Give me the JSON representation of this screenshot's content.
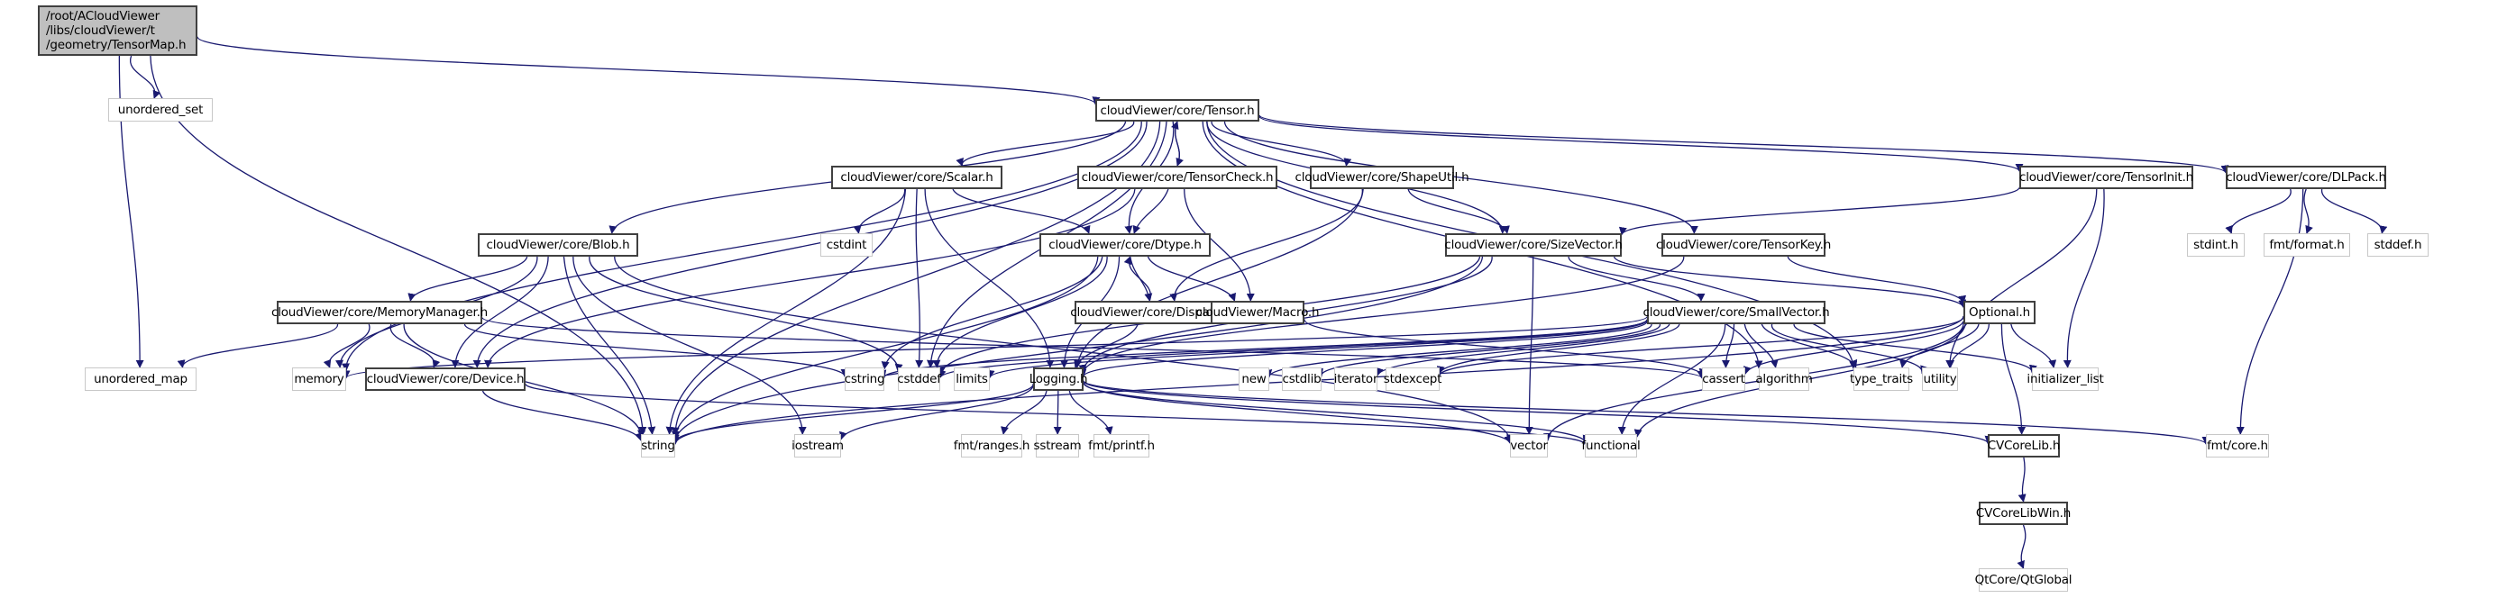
{
  "graph": {
    "title": "Include dependency graph for TensorMap.h",
    "edge_color": "#191970",
    "root": {
      "id": "TensorMap",
      "lines": [
        "/root/ACloudViewer",
        "/libs/cloudViewer/t",
        "/geometry/TensorMap.h"
      ]
    },
    "nodes": [
      {
        "id": "unordered_set",
        "label": "unordered_set",
        "kind": "external"
      },
      {
        "id": "Tensor",
        "label": "cloudViewer/core/Tensor.h",
        "kind": "internal"
      },
      {
        "id": "Scalar",
        "label": "cloudViewer/core/Scalar.h",
        "kind": "internal"
      },
      {
        "id": "TensorCheck",
        "label": "cloudViewer/core/TensorCheck.h",
        "kind": "internal"
      },
      {
        "id": "ShapeUtil",
        "label": "cloudViewer/core/ShapeUtil.h",
        "kind": "internal"
      },
      {
        "id": "TensorInit",
        "label": "cloudViewer/core/TensorInit.h",
        "kind": "internal"
      },
      {
        "id": "DLPack",
        "label": "cloudViewer/core/DLPack.h",
        "kind": "internal"
      },
      {
        "id": "cstdint",
        "label": "cstdint",
        "kind": "external"
      },
      {
        "id": "Dtype",
        "label": "cloudViewer/core/Dtype.h",
        "kind": "internal"
      },
      {
        "id": "Blob",
        "label": "cloudViewer/core/Blob.h",
        "kind": "internal"
      },
      {
        "id": "SizeVector",
        "label": "cloudViewer/core/SizeVector.h",
        "kind": "internal"
      },
      {
        "id": "TensorKey",
        "label": "cloudViewer/core/TensorKey.h",
        "kind": "internal"
      },
      {
        "id": "stdint_h",
        "label": "stdint.h",
        "kind": "external"
      },
      {
        "id": "fmt_format",
        "label": "fmt/format.h",
        "kind": "external"
      },
      {
        "id": "stddef_h",
        "label": "stddef.h",
        "kind": "external"
      },
      {
        "id": "MemoryManager",
        "label": "cloudViewer/core/MemoryManager.h",
        "kind": "internal"
      },
      {
        "id": "Dispatch",
        "label": "cloudViewer/core/Dispatch.h",
        "kind": "internal"
      },
      {
        "id": "Macro",
        "label": "cloudViewer/Macro.h",
        "kind": "internal"
      },
      {
        "id": "SmallVector",
        "label": "cloudViewer/core/SmallVector.h",
        "kind": "internal"
      },
      {
        "id": "Optional",
        "label": "Optional.h",
        "kind": "internal"
      },
      {
        "id": "unordered_map",
        "label": "unordered_map",
        "kind": "external"
      },
      {
        "id": "memory",
        "label": "memory",
        "kind": "external"
      },
      {
        "id": "Device",
        "label": "cloudViewer/core/Device.h",
        "kind": "internal"
      },
      {
        "id": "cstring",
        "label": "cstring",
        "kind": "external"
      },
      {
        "id": "cstddef",
        "label": "cstddef",
        "kind": "external"
      },
      {
        "id": "limits",
        "label": "limits",
        "kind": "external"
      },
      {
        "id": "Logging",
        "label": "Logging.h",
        "kind": "internal"
      },
      {
        "id": "new",
        "label": "new",
        "kind": "external"
      },
      {
        "id": "cstdlib",
        "label": "cstdlib",
        "kind": "external"
      },
      {
        "id": "iterator",
        "label": "iterator",
        "kind": "external"
      },
      {
        "id": "stdexcept",
        "label": "stdexcept",
        "kind": "external"
      },
      {
        "id": "cassert",
        "label": "cassert",
        "kind": "external"
      },
      {
        "id": "algorithm",
        "label": "algorithm",
        "kind": "external"
      },
      {
        "id": "type_traits",
        "label": "type_traits",
        "kind": "external"
      },
      {
        "id": "utility",
        "label": "utility",
        "kind": "external"
      },
      {
        "id": "initializer_list",
        "label": "initializer_list",
        "kind": "external"
      },
      {
        "id": "string",
        "label": "string",
        "kind": "external"
      },
      {
        "id": "iostream",
        "label": "iostream",
        "kind": "external"
      },
      {
        "id": "fmt_ranges",
        "label": "fmt/ranges.h",
        "kind": "external"
      },
      {
        "id": "sstream",
        "label": "sstream",
        "kind": "external"
      },
      {
        "id": "fmt_printf",
        "label": "fmt/printf.h",
        "kind": "external"
      },
      {
        "id": "vector",
        "label": "vector",
        "kind": "external"
      },
      {
        "id": "functional",
        "label": "functional",
        "kind": "external"
      },
      {
        "id": "CVCoreLib",
        "label": "CVCoreLib.h",
        "kind": "internal"
      },
      {
        "id": "fmt_core",
        "label": "fmt/core.h",
        "kind": "external"
      },
      {
        "id": "CVCoreLibWin",
        "label": "CVCoreLibWin.h",
        "kind": "internal"
      },
      {
        "id": "QtGlobal",
        "label": "QtCore/QtGlobal",
        "kind": "external"
      }
    ],
    "edges": [
      [
        "TensorMap",
        "unordered_set"
      ],
      [
        "TensorMap",
        "Tensor"
      ],
      [
        "TensorMap",
        "unordered_map"
      ],
      [
        "TensorMap",
        "string"
      ],
      [
        "Tensor",
        "Scalar"
      ],
      [
        "Tensor",
        "TensorCheck"
      ],
      [
        "Tensor",
        "ShapeUtil"
      ],
      [
        "Tensor",
        "TensorInit"
      ],
      [
        "Tensor",
        "DLPack"
      ],
      [
        "Tensor",
        "Dtype"
      ],
      [
        "Tensor",
        "Blob"
      ],
      [
        "Tensor",
        "SizeVector"
      ],
      [
        "Tensor",
        "TensorKey"
      ],
      [
        "Tensor",
        "Device"
      ],
      [
        "Tensor",
        "memory"
      ],
      [
        "Tensor",
        "cstddef"
      ],
      [
        "Tensor",
        "string"
      ],
      [
        "Tensor",
        "algorithm"
      ],
      [
        "Tensor",
        "type_traits"
      ],
      [
        "TensorCheck",
        "Tensor"
      ],
      [
        "TensorCheck",
        "Dtype"
      ],
      [
        "TensorCheck",
        "Device"
      ],
      [
        "TensorCheck",
        "Macro"
      ],
      [
        "Scalar",
        "cstdint"
      ],
      [
        "Scalar",
        "Dtype"
      ],
      [
        "Scalar",
        "string"
      ],
      [
        "Scalar",
        "cstddef"
      ],
      [
        "Scalar",
        "Logging"
      ],
      [
        "ShapeUtil",
        "SizeVector"
      ],
      [
        "ShapeUtil",
        "Dispatch"
      ],
      [
        "ShapeUtil",
        "Logging"
      ],
      [
        "TensorInit",
        "SizeVector"
      ],
      [
        "TensorInit",
        "utility"
      ],
      [
        "TensorInit",
        "initializer_list"
      ],
      [
        "DLPack",
        "stdint_h"
      ],
      [
        "DLPack",
        "fmt_format"
      ],
      [
        "DLPack",
        "stddef_h"
      ],
      [
        "DLPack",
        "fmt_core"
      ],
      [
        "Dtype",
        "Dispatch"
      ],
      [
        "Dtype",
        "Macro"
      ],
      [
        "Dtype",
        "cstring"
      ],
      [
        "Dtype",
        "string"
      ],
      [
        "Dtype",
        "Logging"
      ],
      [
        "Dtype",
        "cstddef"
      ],
      [
        "Dispatch",
        "Dtype"
      ],
      [
        "Dispatch",
        "Logging"
      ],
      [
        "Blob",
        "MemoryManager"
      ],
      [
        "Blob",
        "Device"
      ],
      [
        "Blob",
        "memory"
      ],
      [
        "Blob",
        "string"
      ],
      [
        "Blob",
        "cstddef"
      ],
      [
        "Blob",
        "vector"
      ],
      [
        "Blob",
        "iostream"
      ],
      [
        "MemoryManager",
        "unordered_map"
      ],
      [
        "MemoryManager",
        "memory"
      ],
      [
        "MemoryManager",
        "Device"
      ],
      [
        "MemoryManager",
        "string"
      ],
      [
        "MemoryManager",
        "cstring"
      ],
      [
        "MemoryManager",
        "cassert"
      ],
      [
        "Device",
        "string"
      ],
      [
        "Device",
        "functional"
      ],
      [
        "Macro",
        "cassert"
      ],
      [
        "SizeVector",
        "SmallVector"
      ],
      [
        "SizeVector",
        "Optional"
      ],
      [
        "SizeVector",
        "Logging"
      ],
      [
        "SizeVector",
        "cstddef"
      ],
      [
        "SizeVector",
        "string"
      ],
      [
        "SizeVector",
        "vector"
      ],
      [
        "TensorKey",
        "Optional"
      ],
      [
        "TensorKey",
        "Logging"
      ],
      [
        "SmallVector",
        "cstddef"
      ],
      [
        "SmallVector",
        "limits"
      ],
      [
        "SmallVector",
        "memory"
      ],
      [
        "SmallVector",
        "new"
      ],
      [
        "SmallVector",
        "cstdlib"
      ],
      [
        "SmallVector",
        "iterator"
      ],
      [
        "SmallVector",
        "stdexcept"
      ],
      [
        "SmallVector",
        "cassert"
      ],
      [
        "SmallVector",
        "algorithm"
      ],
      [
        "SmallVector",
        "type_traits"
      ],
      [
        "SmallVector",
        "utility"
      ],
      [
        "SmallVector",
        "initializer_list"
      ],
      [
        "SmallVector",
        "functional"
      ],
      [
        "SmallVector",
        "Logging"
      ],
      [
        "SmallVector",
        "cstring"
      ],
      [
        "Optional",
        "cassert"
      ],
      [
        "Optional",
        "type_traits"
      ],
      [
        "Optional",
        "utility"
      ],
      [
        "Optional",
        "initializer_list"
      ],
      [
        "Optional",
        "stdexcept"
      ],
      [
        "Optional",
        "functional"
      ],
      [
        "Optional",
        "string"
      ],
      [
        "Optional",
        "CVCoreLib"
      ],
      [
        "Optional",
        "vector"
      ],
      [
        "Logging",
        "string"
      ],
      [
        "Logging",
        "iostream"
      ],
      [
        "Logging",
        "fmt_ranges"
      ],
      [
        "Logging",
        "sstream"
      ],
      [
        "Logging",
        "fmt_printf"
      ],
      [
        "Logging",
        "vector"
      ],
      [
        "Logging",
        "functional"
      ],
      [
        "Logging",
        "CVCoreLib"
      ],
      [
        "Logging",
        "fmt_core"
      ],
      [
        "CVCoreLib",
        "CVCoreLibWin"
      ],
      [
        "CVCoreLibWin",
        "QtGlobal"
      ]
    ]
  }
}
